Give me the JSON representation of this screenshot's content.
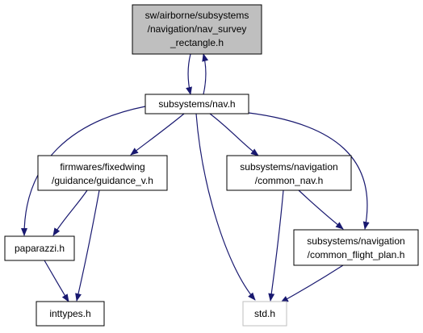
{
  "colors": {
    "edge": "#191970",
    "node_border": "#000000",
    "node_fill": "#ffffff",
    "root_fill": "#bfbfbf",
    "external_border": "#bfbfbf",
    "text": "#000000"
  },
  "nodes": {
    "nav_survey_rectangle": {
      "lines": [
        "sw/airborne/subsystems",
        "/navigation/nav_survey",
        "_rectangle.h"
      ]
    },
    "nav": {
      "lines": [
        "subsystems/nav.h"
      ]
    },
    "guidance_v": {
      "lines": [
        "firmwares/fixedwing",
        "/guidance/guidance_v.h"
      ]
    },
    "common_nav": {
      "lines": [
        "subsystems/navigation",
        "/common_nav.h"
      ]
    },
    "common_flight_plan": {
      "lines": [
        "subsystems/navigation",
        "/common_flight_plan.h"
      ]
    },
    "paparazzi": {
      "lines": [
        "paparazzi.h"
      ]
    },
    "inttypes": {
      "lines": [
        "inttypes.h"
      ]
    },
    "std": {
      "lines": [
        "std.h"
      ]
    }
  },
  "edges": [
    {
      "from": "nav_survey_rectangle",
      "to": "nav"
    },
    {
      "from": "nav",
      "to": "nav_survey_rectangle"
    },
    {
      "from": "nav",
      "to": "paparazzi"
    },
    {
      "from": "nav",
      "to": "guidance_v"
    },
    {
      "from": "nav",
      "to": "common_nav"
    },
    {
      "from": "nav",
      "to": "std"
    },
    {
      "from": "nav",
      "to": "common_flight_plan"
    },
    {
      "from": "guidance_v",
      "to": "paparazzi"
    },
    {
      "from": "guidance_v",
      "to": "inttypes"
    },
    {
      "from": "common_nav",
      "to": "common_flight_plan"
    },
    {
      "from": "common_nav",
      "to": "std"
    },
    {
      "from": "common_flight_plan",
      "to": "std"
    },
    {
      "from": "paparazzi",
      "to": "inttypes"
    }
  ]
}
